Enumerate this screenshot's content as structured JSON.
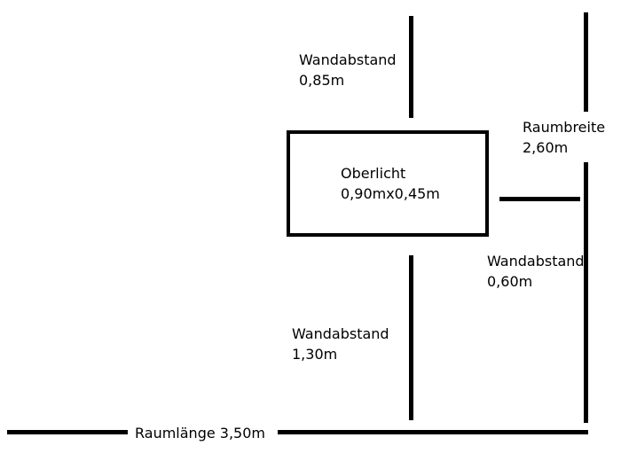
{
  "diagram": {
    "wall_top": {
      "title": "Wandabstand",
      "value": "0,85m"
    },
    "room_width": {
      "title": "Raumbreite",
      "value": "2,60m"
    },
    "skylight": {
      "title": "Oberlicht",
      "value": "0,90mx0,45m"
    },
    "wall_right": {
      "title": "Wandabstand",
      "value": "0,60m"
    },
    "wall_bottom": {
      "title": "Wandabstand",
      "value": "1,30m"
    },
    "room_length": {
      "label": "Raumlänge 3,50m"
    },
    "line_color": "#000000"
  }
}
